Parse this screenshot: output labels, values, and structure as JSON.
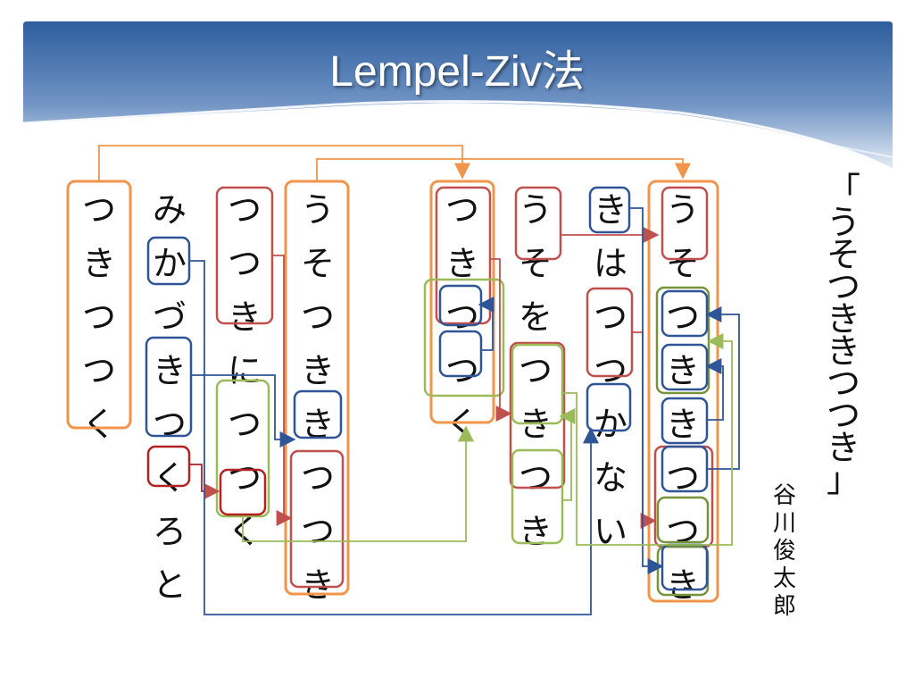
{
  "slide": {
    "title": "Lempel-Ziv法",
    "poem_title": [
      "「",
      "う",
      "そ",
      "つ",
      "き",
      "き",
      "つ",
      "つ",
      "き",
      "」"
    ],
    "author": [
      "谷",
      "川",
      "俊",
      "太",
      "郎"
    ]
  },
  "columns": [
    {
      "id": "c1",
      "chars": [
        "つ",
        "き",
        "つ",
        "つ",
        "く"
      ]
    },
    {
      "id": "c2",
      "chars": [
        "み",
        "か",
        "づ",
        "き",
        "つ",
        "く",
        "ろ",
        "と"
      ]
    },
    {
      "id": "c3",
      "chars": [
        "つ",
        "つ",
        "き",
        "に",
        "つ",
        "つ",
        "く"
      ]
    },
    {
      "id": "c4",
      "chars": [
        "う",
        "そ",
        "つ",
        "き",
        "き",
        "つ",
        "つ",
        "き"
      ]
    },
    {
      "id": "c5",
      "chars": [
        "つ",
        "き",
        "つ",
        "つ",
        "く"
      ]
    },
    {
      "id": "c6",
      "chars": [
        "う",
        "そ",
        "を",
        "つ",
        "き",
        "つ",
        "き"
      ]
    },
    {
      "id": "c7",
      "chars": [
        "き",
        "は",
        "つ",
        "つ",
        "か",
        "な",
        "い"
      ]
    },
    {
      "id": "c8",
      "chars": [
        "う",
        "そ",
        "つ",
        "き",
        "き",
        "つ",
        "つ",
        "き"
      ]
    }
  ],
  "colors": {
    "orange": "#f0954b",
    "red": "#c0504d",
    "dark_red": "#b22222",
    "blue": "#2f5597",
    "green": "#9bbb59",
    "olive": "#77933c",
    "header_top": "#3a6aa8",
    "header_bottom": "#dfe8f3"
  }
}
